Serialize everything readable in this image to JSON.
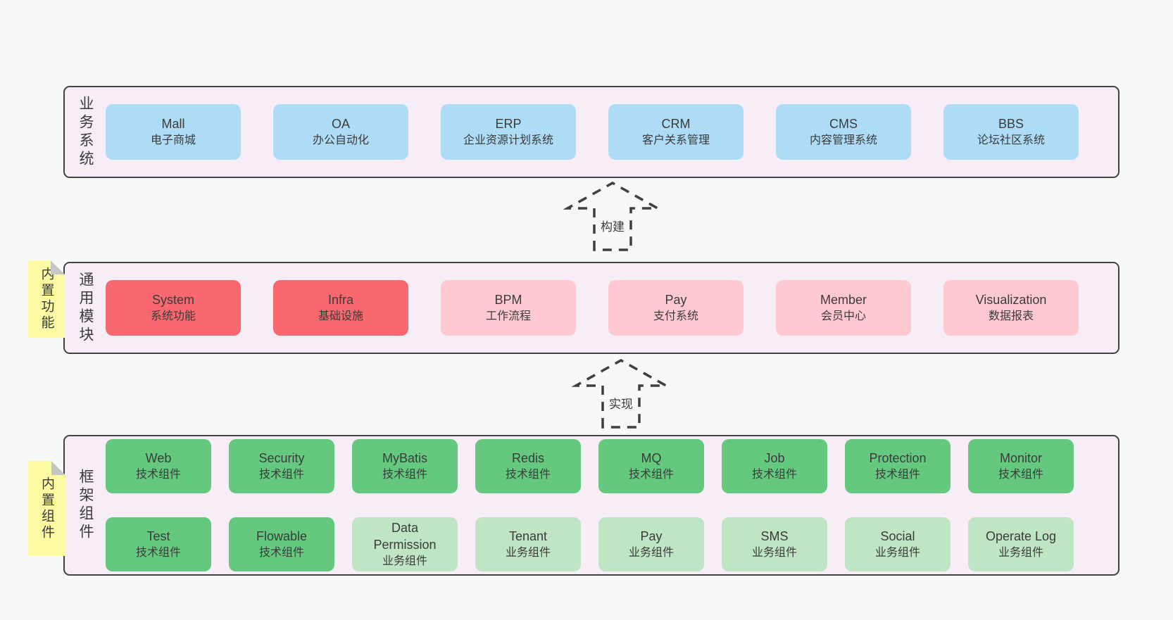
{
  "page": {
    "background": "#F8F8F8"
  },
  "colors": {
    "band_background": "#F7EDF6",
    "band_border": "#424242",
    "blue_box": "#AEDCF7",
    "red_box": "#F7696E",
    "pink_box": "#FFC9D2",
    "green_box": "#64C97E",
    "light_green_box": "#BFE5C4",
    "sticky_note": "#FBF9A2",
    "fold": "#C6C6C6",
    "text": "#3B3B3B"
  },
  "arrows": [
    {
      "label": "构建"
    },
    {
      "label": "实现"
    }
  ],
  "sections": {
    "business": {
      "label": "业务系统",
      "boxes": [
        {
          "title": "Mall",
          "subtitle": "电子商城"
        },
        {
          "title": "OA",
          "subtitle": "办公自动化"
        },
        {
          "title": "ERP",
          "subtitle": "企业资源计划系统"
        },
        {
          "title": "CRM",
          "subtitle": "客户关系管理"
        },
        {
          "title": "CMS",
          "subtitle": "内容管理系统"
        },
        {
          "title": "BBS",
          "subtitle": "论坛社区系统"
        }
      ]
    },
    "modules": {
      "sticky": "内置功能",
      "label": "通用模块",
      "boxes": [
        {
          "title": "System",
          "subtitle": "系统功能"
        },
        {
          "title": "Infra",
          "subtitle": "基础设施"
        },
        {
          "title": "BPM",
          "subtitle": "工作流程"
        },
        {
          "title": "Pay",
          "subtitle": "支付系统"
        },
        {
          "title": "Member",
          "subtitle": "会员中心"
        },
        {
          "title": "Visualization",
          "subtitle": "数据报表"
        }
      ]
    },
    "framework": {
      "sticky": "内置组件",
      "label": "框架组件",
      "row1": [
        {
          "title": "Web",
          "subtitle": "技术组件"
        },
        {
          "title": "Security",
          "subtitle": "技术组件"
        },
        {
          "title": "MyBatis",
          "subtitle": "技术组件"
        },
        {
          "title": "Redis",
          "subtitle": "技术组件"
        },
        {
          "title": "MQ",
          "subtitle": "技术组件"
        },
        {
          "title": "Job",
          "subtitle": "技术组件"
        },
        {
          "title": "Protection",
          "subtitle": "技术组件"
        },
        {
          "title": "Monitor",
          "subtitle": "技术组件"
        }
      ],
      "row2": [
        {
          "title": "Test",
          "subtitle": "技术组件"
        },
        {
          "title": "Flowable",
          "subtitle": "技术组件"
        },
        {
          "title": "Data Permission",
          "subtitle": "业务组件"
        },
        {
          "title": "Tenant",
          "subtitle": "业务组件"
        },
        {
          "title": "Pay",
          "subtitle": "业务组件"
        },
        {
          "title": "SMS",
          "subtitle": "业务组件"
        },
        {
          "title": "Social",
          "subtitle": "业务组件"
        },
        {
          "title": "Operate Log",
          "subtitle": "业务组件"
        }
      ]
    }
  }
}
